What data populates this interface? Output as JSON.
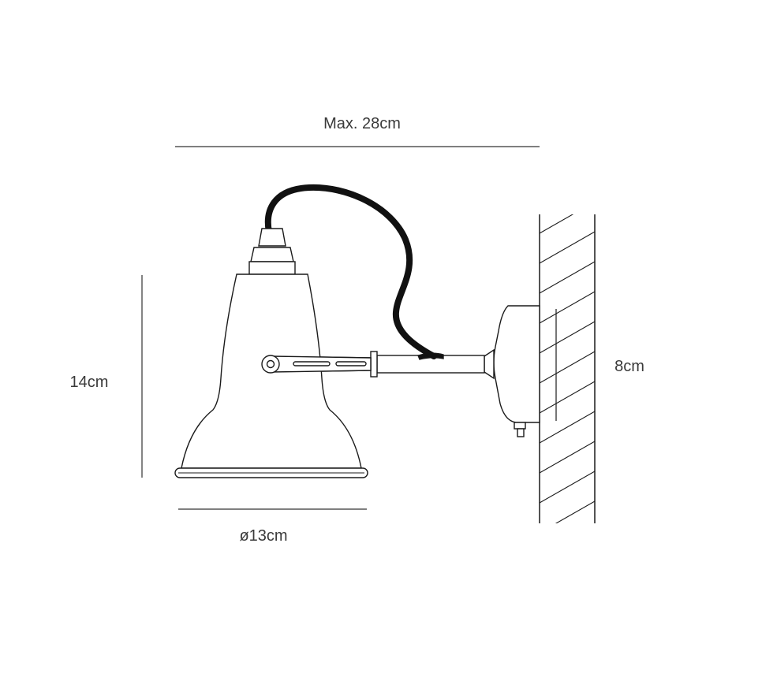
{
  "dimensions": {
    "max_width": "Max. 28cm",
    "shade_height": "14cm",
    "shade_diameter": "ø13cm",
    "base_height": "8cm"
  },
  "colors": {
    "line": "#1a1a1a",
    "cable": "#111111",
    "text": "#3a3a3a"
  }
}
